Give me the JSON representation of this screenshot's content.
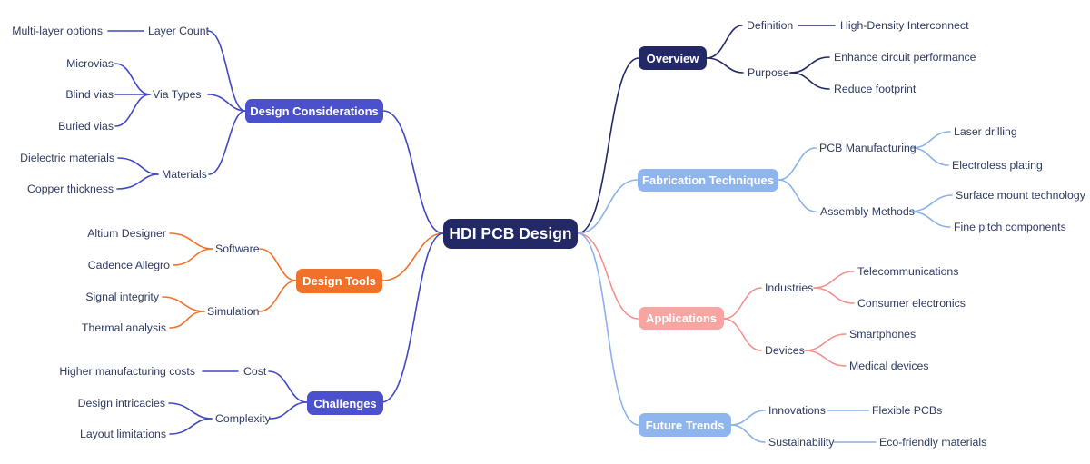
{
  "mindmap": {
    "root": "HDI PCB Design",
    "left": [
      {
        "label": "Design Considerations",
        "children": [
          {
            "label": "Layer Count",
            "leaves": [
              "Multi-layer options"
            ]
          },
          {
            "label": "Via Types",
            "leaves": [
              "Microvias",
              "Blind vias",
              "Buried vias"
            ]
          },
          {
            "label": "Materials",
            "leaves": [
              "Dielectric materials",
              "Copper thickness"
            ]
          }
        ]
      },
      {
        "label": "Design Tools",
        "children": [
          {
            "label": "Software",
            "leaves": [
              "Altium Designer",
              "Cadence Allegro"
            ]
          },
          {
            "label": "Simulation",
            "leaves": [
              "Signal integrity",
              "Thermal analysis"
            ]
          }
        ]
      },
      {
        "label": "Challenges",
        "children": [
          {
            "label": "Cost",
            "leaves": [
              "Higher manufacturing costs"
            ]
          },
          {
            "label": "Complexity",
            "leaves": [
              "Design intricacies",
              "Layout limitations"
            ]
          }
        ]
      }
    ],
    "right": [
      {
        "label": "Overview",
        "children": [
          {
            "label": "Definition",
            "leaves": [
              "High-Density Interconnect"
            ]
          },
          {
            "label": "Purpose",
            "leaves": [
              "Enhance circuit performance",
              "Reduce footprint"
            ]
          }
        ]
      },
      {
        "label": "Fabrication Techniques",
        "children": [
          {
            "label": "PCB Manufacturing",
            "leaves": [
              "Laser drilling",
              "Electroless plating"
            ]
          },
          {
            "label": "Assembly Methods",
            "leaves": [
              "Surface mount technology",
              "Fine pitch components"
            ]
          }
        ]
      },
      {
        "label": "Applications",
        "children": [
          {
            "label": "Industries",
            "leaves": [
              "Telecommunications",
              "Consumer electronics"
            ]
          },
          {
            "label": "Devices",
            "leaves": [
              "Smartphones",
              "Medical devices"
            ]
          }
        ]
      },
      {
        "label": "Future Trends",
        "children": [
          {
            "label": "Innovations",
            "leaves": [
              "Flexible PCBs"
            ]
          },
          {
            "label": "Sustainability",
            "leaves": [
              "Eco-friendly materials"
            ]
          }
        ]
      }
    ]
  },
  "colors": {
    "navy": "#232866",
    "royal_line": "#3f48c4",
    "royal_box": "#4b51cc",
    "orange": "#f0722a",
    "light_blue_line": "#8ab1ea",
    "light_blue_box": "#8fb5ee",
    "salmon_line": "#f2918e",
    "salmon_box": "#f8a5a2",
    "label_text": "#2e3a62",
    "background": "#ffffff"
  }
}
